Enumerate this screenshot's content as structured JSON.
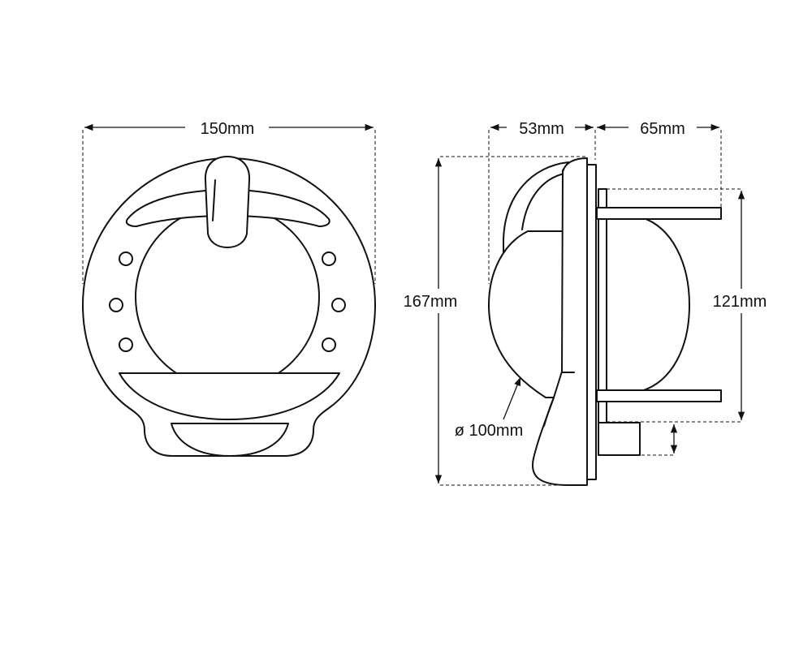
{
  "dimensions": {
    "width_front": "150mm",
    "depth_body": "53mm",
    "depth_bracket": "65mm",
    "height_total": "167mm",
    "bracket_spacing": "121mm",
    "diameter": "ø 100mm"
  },
  "colors": {
    "line": "#111111",
    "background": "#ffffff"
  }
}
